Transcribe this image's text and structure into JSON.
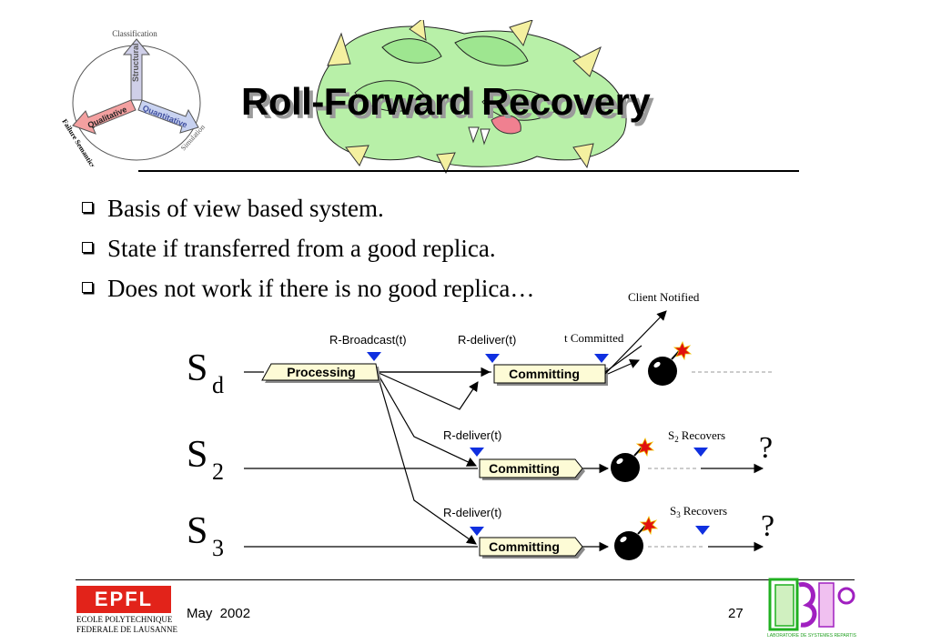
{
  "slide": {
    "title": "Roll-Forward Recovery",
    "bullets": [
      "Basis of view based system.",
      "State if transferred from a good replica.",
      "Does not work if there is no good replica…"
    ]
  },
  "logo_classification": {
    "top": "Classification",
    "structural": "Structural",
    "qualitative": "Qualitative",
    "quantitative": "Quantitative",
    "failure_semantics": "Failure Semantics",
    "simulation": "Simulation"
  },
  "diagram": {
    "servers": {
      "sd": {
        "main": "S",
        "sub": "d"
      },
      "s2": {
        "main": "S",
        "sub": "2"
      },
      "s3": {
        "main": "S",
        "sub": "3"
      }
    },
    "labels": {
      "client_notified": "Client Notified",
      "r_broadcast": "R-Broadcast(t)",
      "r_deliver_d": "R-deliver(t)",
      "t_committed": "t Committed",
      "r_deliver_2": "R-deliver(t)",
      "r_deliver_3": "R-deliver(t)",
      "s2_recovers_s": "S",
      "s2_recovers_sub": "2",
      "s2_recovers_text": "Recovers",
      "s3_recovers_s": "S",
      "s3_recovers_sub": "3",
      "s3_recovers_text": "Recovers",
      "q2": "?",
      "q3": "?"
    },
    "boxes": {
      "processing": "Processing",
      "committing_d": "Committing",
      "committing_2": "Committing",
      "committing_3": "Committing"
    },
    "colors": {
      "marker": "#1030e0",
      "box_fill": "#fdfbd6",
      "spark": "#e01010"
    }
  },
  "footer": {
    "date": "May  2002",
    "page": "27",
    "epfl_line1": "ECOLE POLYTECHNIQUE",
    "epfl_line2": "FEDERALE DE LAUSANNE",
    "epfl_logo": "EPFL",
    "lsr_caption": "LABORATOIRE DE SYSTEMES REPARTIS"
  }
}
